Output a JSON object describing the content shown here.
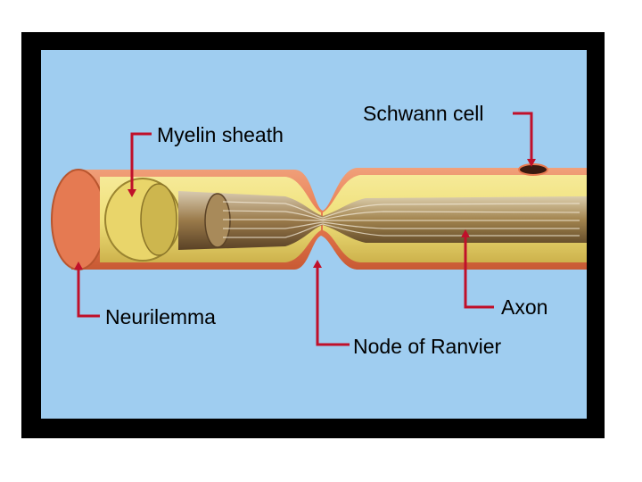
{
  "diagram": {
    "labels": {
      "myelin_sheath": "Myelin sheath",
      "schwann_cell": "Schwann cell",
      "neurilemma": "Neurilemma",
      "axon": "Axon",
      "node_of_ranvier": "Node of Ranvier"
    },
    "colors": {
      "frame": "#000000",
      "background": "#9fcdf0",
      "neurilemma": "#e87a50",
      "myelin": "#efe07a",
      "axon": "#8a6a3a",
      "leader_lines": "#c0102a"
    }
  }
}
